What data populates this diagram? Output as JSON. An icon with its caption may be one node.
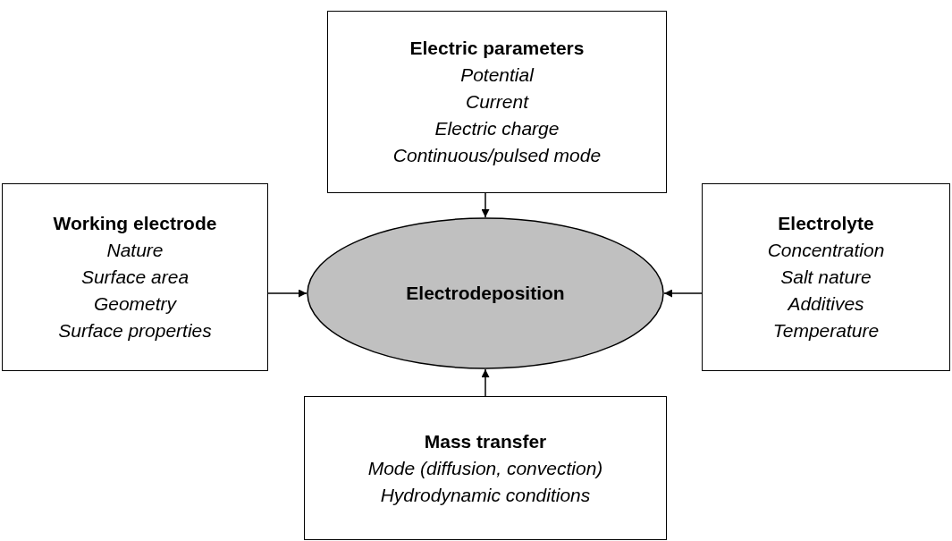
{
  "diagram": {
    "nodes": [
      {
        "text": [
          "Electric parameters",
          "Potential",
          "Current",
          "Electric charge",
          "Continuous/pulsed mode"
        ]
      },
      {
        "text": [
          "Working electrode",
          "Nature",
          "Surface area",
          "Geometry",
          "Surface properties"
        ]
      },
      {
        "text": [
          "Electrodeposition"
        ]
      },
      {
        "text": [
          "Electrolyte",
          "Concentration",
          "Salt nature",
          "Additives",
          "Temperature"
        ]
      },
      {
        "text": [
          "Mass transfer",
          "Mode (diffusion, convection)",
          "Hydrodynamic conditions"
        ]
      }
    ],
    "edges": [
      {
        "from": 0,
        "to": 2,
        "arrow": "to"
      },
      {
        "from": 1,
        "to": 2,
        "arrow": "to"
      },
      {
        "from": 3,
        "to": 2,
        "arrow": "to"
      },
      {
        "from": 4,
        "to": 2,
        "arrow": "to"
      }
    ]
  }
}
